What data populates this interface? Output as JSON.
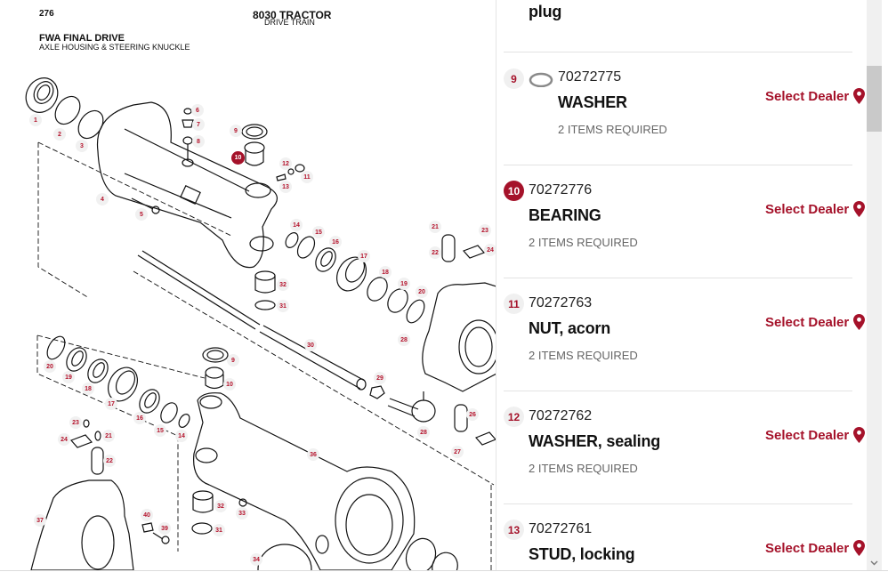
{
  "diagram": {
    "page_number": "276",
    "model_title": "8030 TRACTOR",
    "model_subtitle": "DRIVE TRAIN",
    "section_title": "FWA FINAL DRIVE",
    "section_subtitle": "AXLE HOUSING & STEERING KNUCKLE",
    "active_callout": "10",
    "callouts": [
      {
        "label": "1"
      },
      {
        "label": "2"
      },
      {
        "label": "3"
      },
      {
        "label": "4"
      },
      {
        "label": "5"
      },
      {
        "label": "6"
      },
      {
        "label": "7"
      },
      {
        "label": "8"
      },
      {
        "label": "9"
      },
      {
        "label": "10"
      },
      {
        "label": "12"
      },
      {
        "label": "11"
      },
      {
        "label": "13"
      },
      {
        "label": "14"
      },
      {
        "label": "15"
      },
      {
        "label": "16"
      },
      {
        "label": "17"
      },
      {
        "label": "18"
      },
      {
        "label": "19"
      },
      {
        "label": "20"
      },
      {
        "label": "21"
      },
      {
        "label": "23"
      },
      {
        "label": "22"
      },
      {
        "label": "24"
      },
      {
        "label": "32"
      },
      {
        "label": "31"
      },
      {
        "label": "30"
      },
      {
        "label": "28"
      },
      {
        "label": "29"
      },
      {
        "label": "28"
      },
      {
        "label": "26"
      },
      {
        "label": "27"
      },
      {
        "label": "20"
      },
      {
        "label": "19"
      },
      {
        "label": "18"
      },
      {
        "label": "17"
      },
      {
        "label": "16"
      },
      {
        "label": "15"
      },
      {
        "label": "14"
      },
      {
        "label": "9"
      },
      {
        "label": "10"
      },
      {
        "label": "23"
      },
      {
        "label": "24"
      },
      {
        "label": "21"
      },
      {
        "label": "22"
      },
      {
        "label": "36"
      },
      {
        "label": "37"
      },
      {
        "label": "40"
      },
      {
        "label": "39"
      },
      {
        "label": "32"
      },
      {
        "label": "33"
      },
      {
        "label": "31"
      },
      {
        "label": "34"
      }
    ]
  },
  "parts_list": {
    "partial_top_name": "plug",
    "select_dealer_label": "Select Dealer",
    "items": [
      {
        "ref": "9",
        "part_number": "70272775",
        "name": "WASHER",
        "qty_text": "2 ITEMS REQUIRED",
        "has_thumbnail": true,
        "active": false
      },
      {
        "ref": "10",
        "part_number": "70272776",
        "name": "BEARING",
        "qty_text": "2 ITEMS REQUIRED",
        "has_thumbnail": false,
        "active": true
      },
      {
        "ref": "11",
        "part_number": "70272763",
        "name": "NUT, acorn",
        "qty_text": "2 ITEMS REQUIRED",
        "has_thumbnail": false,
        "active": false
      },
      {
        "ref": "12",
        "part_number": "70272762",
        "name": "WASHER, sealing",
        "qty_text": "2 ITEMS REQUIRED",
        "has_thumbnail": false,
        "active": false
      },
      {
        "ref": "13",
        "part_number": "70272761",
        "name": "STUD, locking",
        "qty_text": "",
        "has_thumbnail": false,
        "active": false
      }
    ]
  },
  "icons": {
    "dealer": "map-pin-icon",
    "scroll_down": "chevron-down-icon",
    "thumbnail": "washer-ring-icon"
  },
  "colors": {
    "accent": "#a5122a",
    "badge_bg": "#f0f0f0",
    "divider": "#e3e3e3",
    "scroll_track": "#f0f0f0",
    "scroll_thumb": "#c9c9c9"
  }
}
